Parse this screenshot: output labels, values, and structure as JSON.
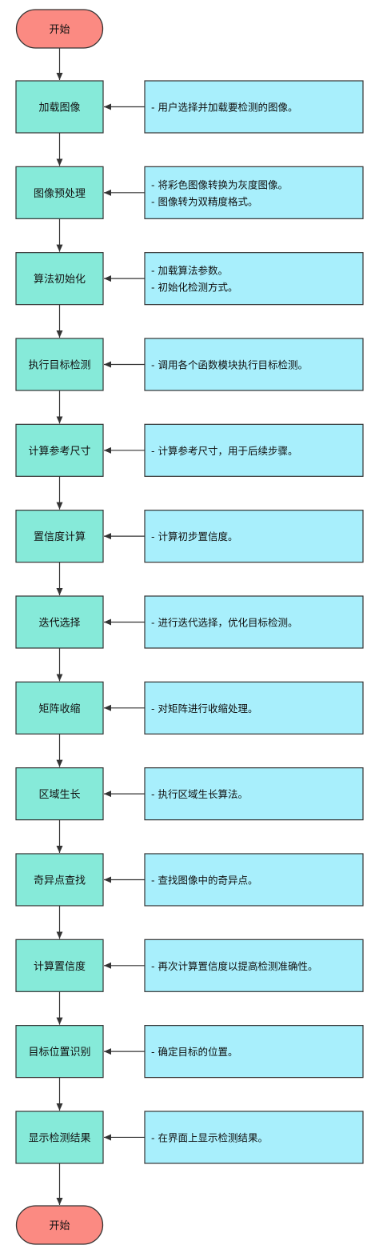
{
  "start": {
    "label": "开始"
  },
  "end": {
    "label": "开始"
  },
  "steps": [
    {
      "label": "加载图像",
      "notes": [
        "- 用户选择并加载要检测的图像。"
      ]
    },
    {
      "label": "图像预处理",
      "notes": [
        "- 将彩色图像转换为灰度图像。",
        "- 图像转为双精度格式。"
      ]
    },
    {
      "label": "算法初始化",
      "notes": [
        "- 加载算法参数。",
        "- 初始化检测方式。"
      ]
    },
    {
      "label": "执行目标检测",
      "notes": [
        "- 调用各个函数模块执行目标检测。"
      ]
    },
    {
      "label": "计算参考尺寸",
      "notes": [
        "- 计算参考尺寸，用于后续步骤。"
      ]
    },
    {
      "label": "置信度计算",
      "notes": [
        "- 计算初步置信度。"
      ]
    },
    {
      "label": "迭代选择",
      "notes": [
        "- 进行迭代选择，优化目标检测。"
      ]
    },
    {
      "label": "矩阵收缩",
      "notes": [
        "- 对矩阵进行收缩处理。"
      ]
    },
    {
      "label": "区域生长",
      "notes": [
        "- 执行区域生长算法。"
      ]
    },
    {
      "label": "奇异点查找",
      "notes": [
        "- 查找图像中的奇异点。"
      ]
    },
    {
      "label": "计算置信度",
      "notes": [
        "- 再次计算置信度以提高检测准确性。"
      ]
    },
    {
      "label": "目标位置识别",
      "notes": [
        "- 确定目标的位置。"
      ]
    },
    {
      "label": "显示检测结果",
      "notes": [
        "- 在界面上显示检测结果。"
      ]
    }
  ],
  "colors": {
    "terminal_fill": "#fb8a82",
    "step_fill": "#86ead9",
    "note_fill": "#a8effc",
    "stroke": "#333333"
  }
}
